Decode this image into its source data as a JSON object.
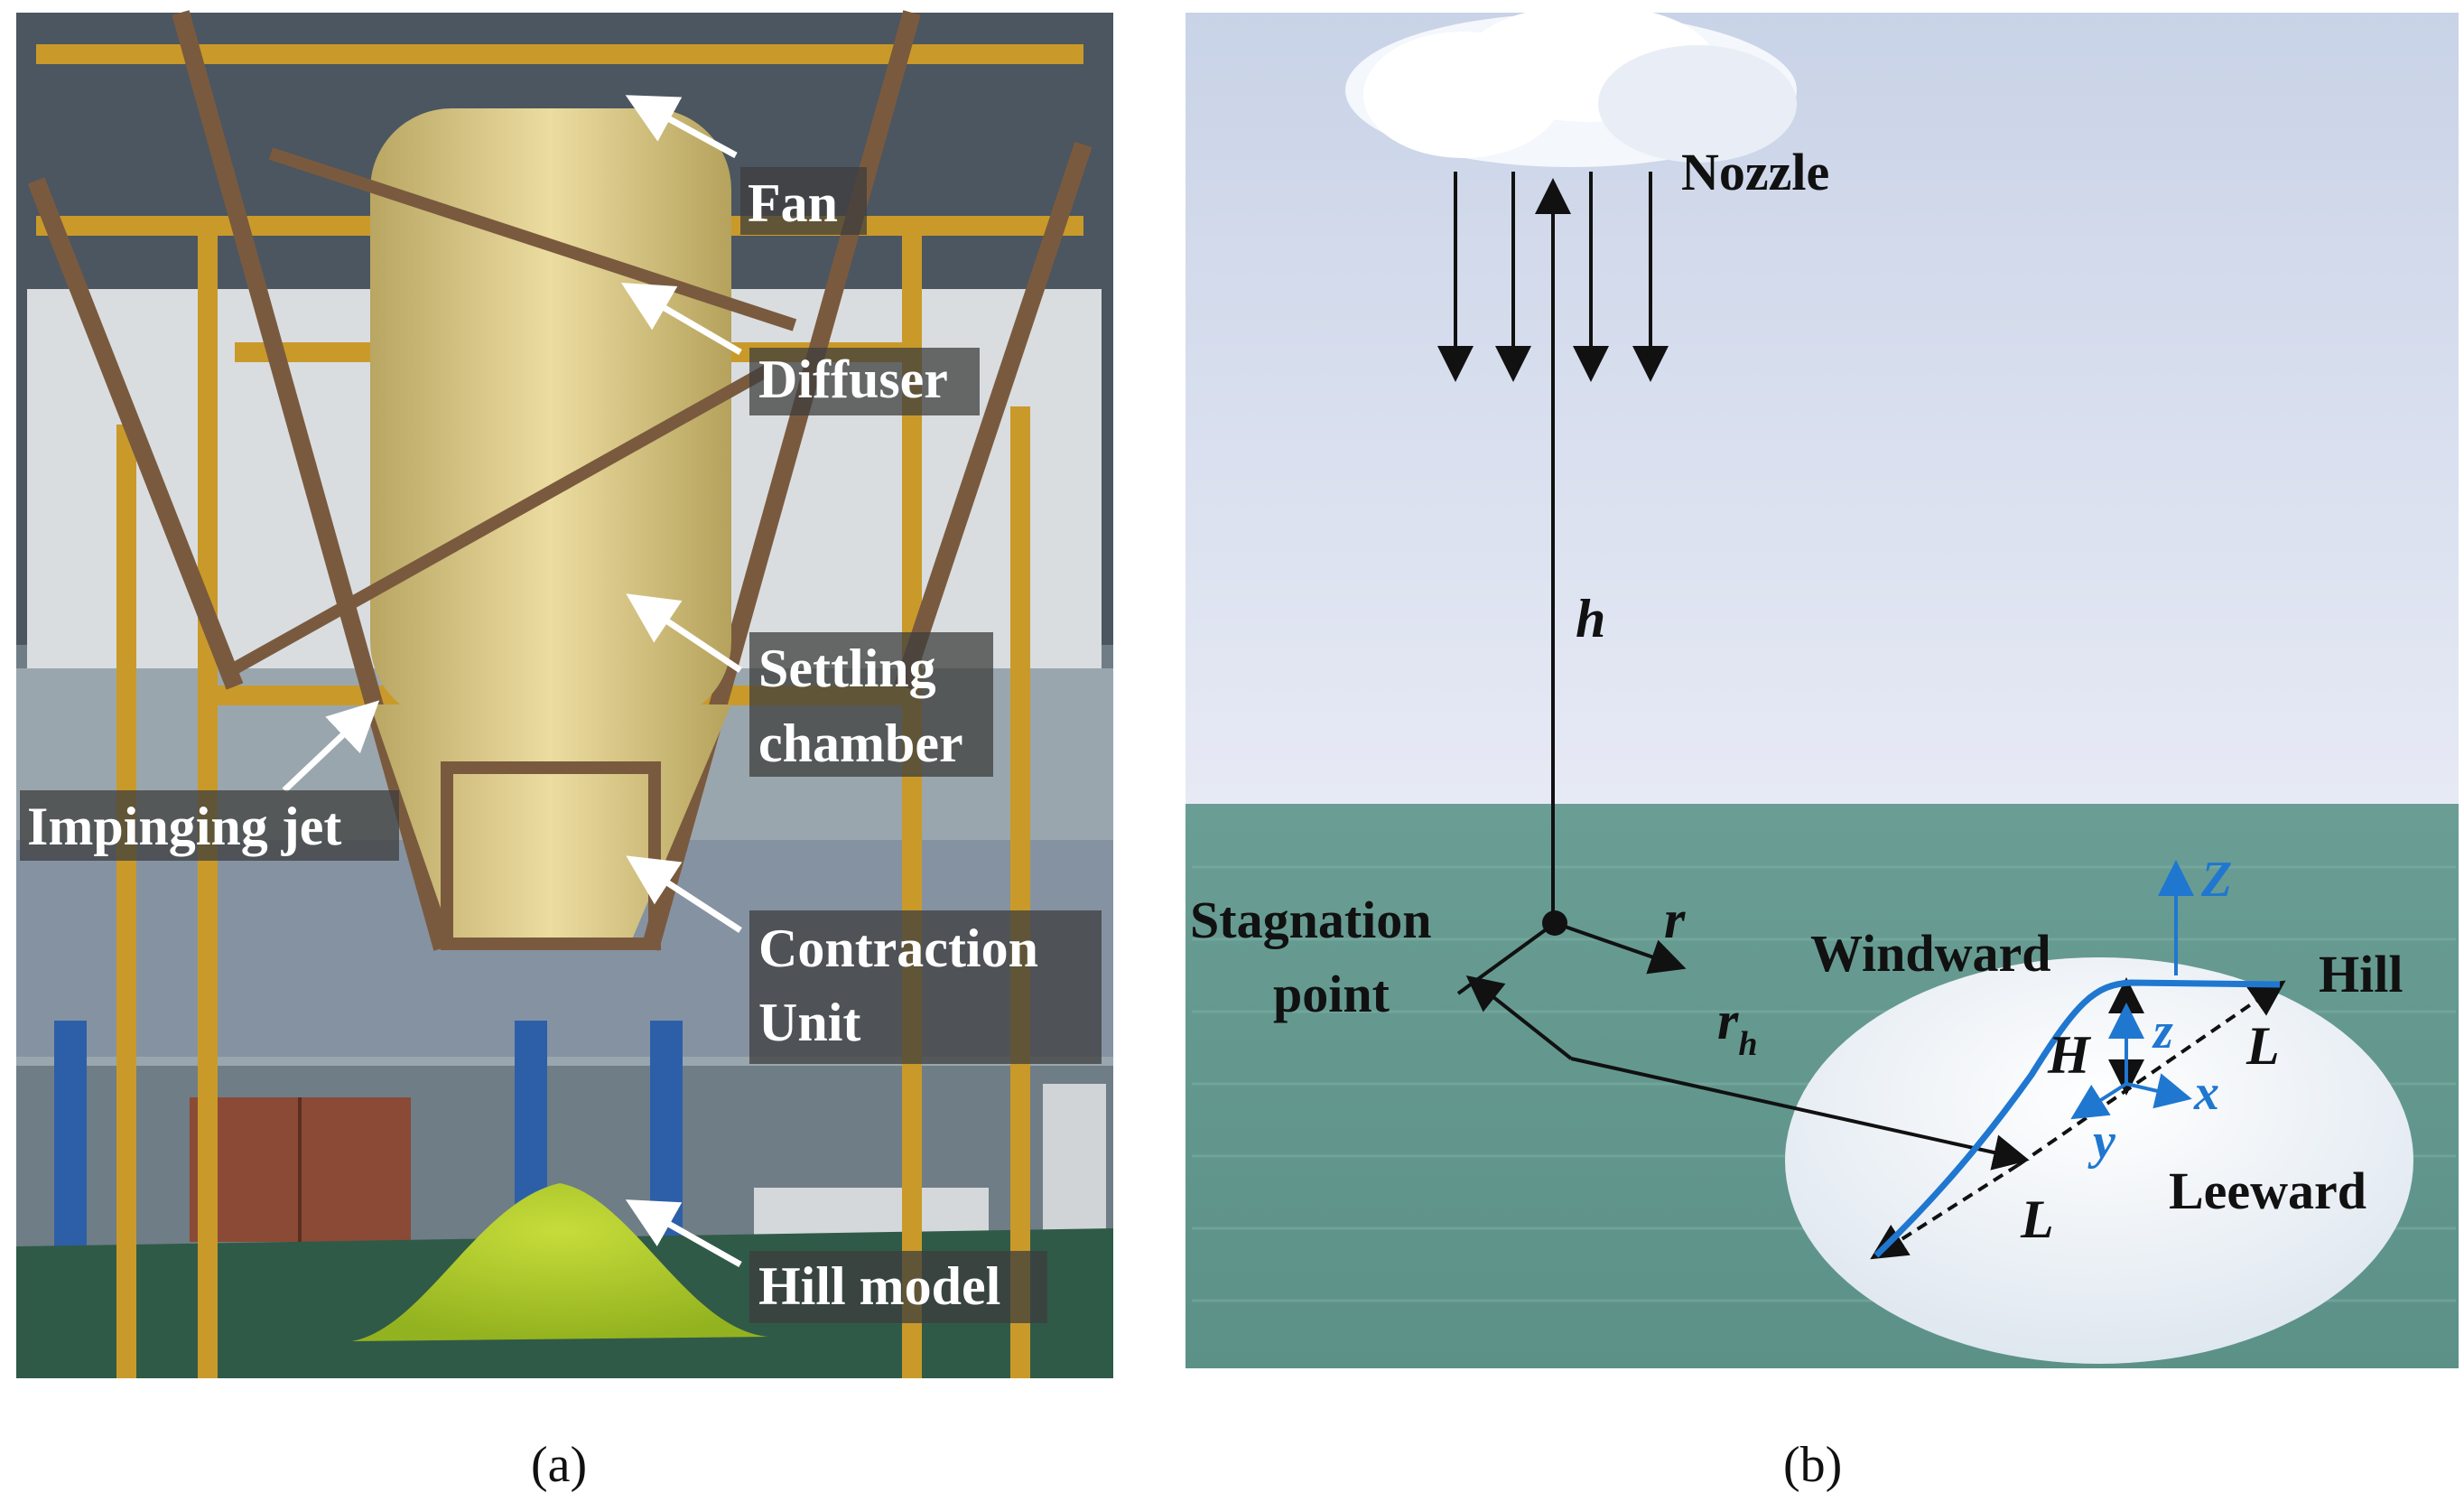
{
  "panel_a": {
    "caption": "(a)",
    "labels": {
      "fan": "Fan",
      "diffuser": "Diffuser",
      "settling_1": "Settling",
      "settling_2": "chamber",
      "impinging": "Impinging jet",
      "contraction_1": "Contraction",
      "contraction_2": "Unit",
      "hill_model": "Hill model"
    },
    "colors": {
      "frame": "#c99a2a",
      "tank": "#e2d08e",
      "hill": "#a9c92a",
      "table": "#2f5a48",
      "wall": "#8c9aa3"
    }
  },
  "panel_b": {
    "caption": "(b)",
    "labels": {
      "nozzle": "Nozzle",
      "h": "h",
      "r": "r",
      "rh": "r",
      "rh_sub": "h",
      "stagnation_1": "Stagnation",
      "stagnation_2": "point",
      "windward": "Windward",
      "hill": "Hill",
      "leeward": "Leeward",
      "Z": "Z",
      "H": "H",
      "z": "z",
      "x": "x",
      "y": "y",
      "L_right": "L",
      "L_bottom": "L"
    },
    "colors": {
      "sky_top": "#cdd6e8",
      "sky_bottom": "#e6e9f4",
      "water": "#6fa39a",
      "hill": "#eef2f6",
      "accent": "#1f77d0"
    }
  }
}
